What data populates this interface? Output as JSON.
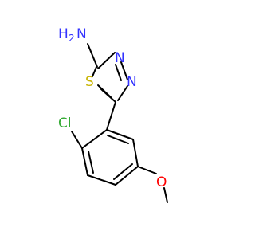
{
  "molecule": {
    "atoms": {
      "amine_h": "H",
      "amine_n": "N",
      "ring_n3": "N",
      "ring_n4": "N",
      "ring_s": "S",
      "chloro": "Cl",
      "methoxy_o": "O"
    },
    "subscript": {
      "amine_h_count": "2"
    },
    "colors": {
      "nitrogen": "#3333ff",
      "sulfur": "#c8b400",
      "chlorine": "#33aa33",
      "oxygen": "#ff0000",
      "bond": "#000000"
    }
  }
}
